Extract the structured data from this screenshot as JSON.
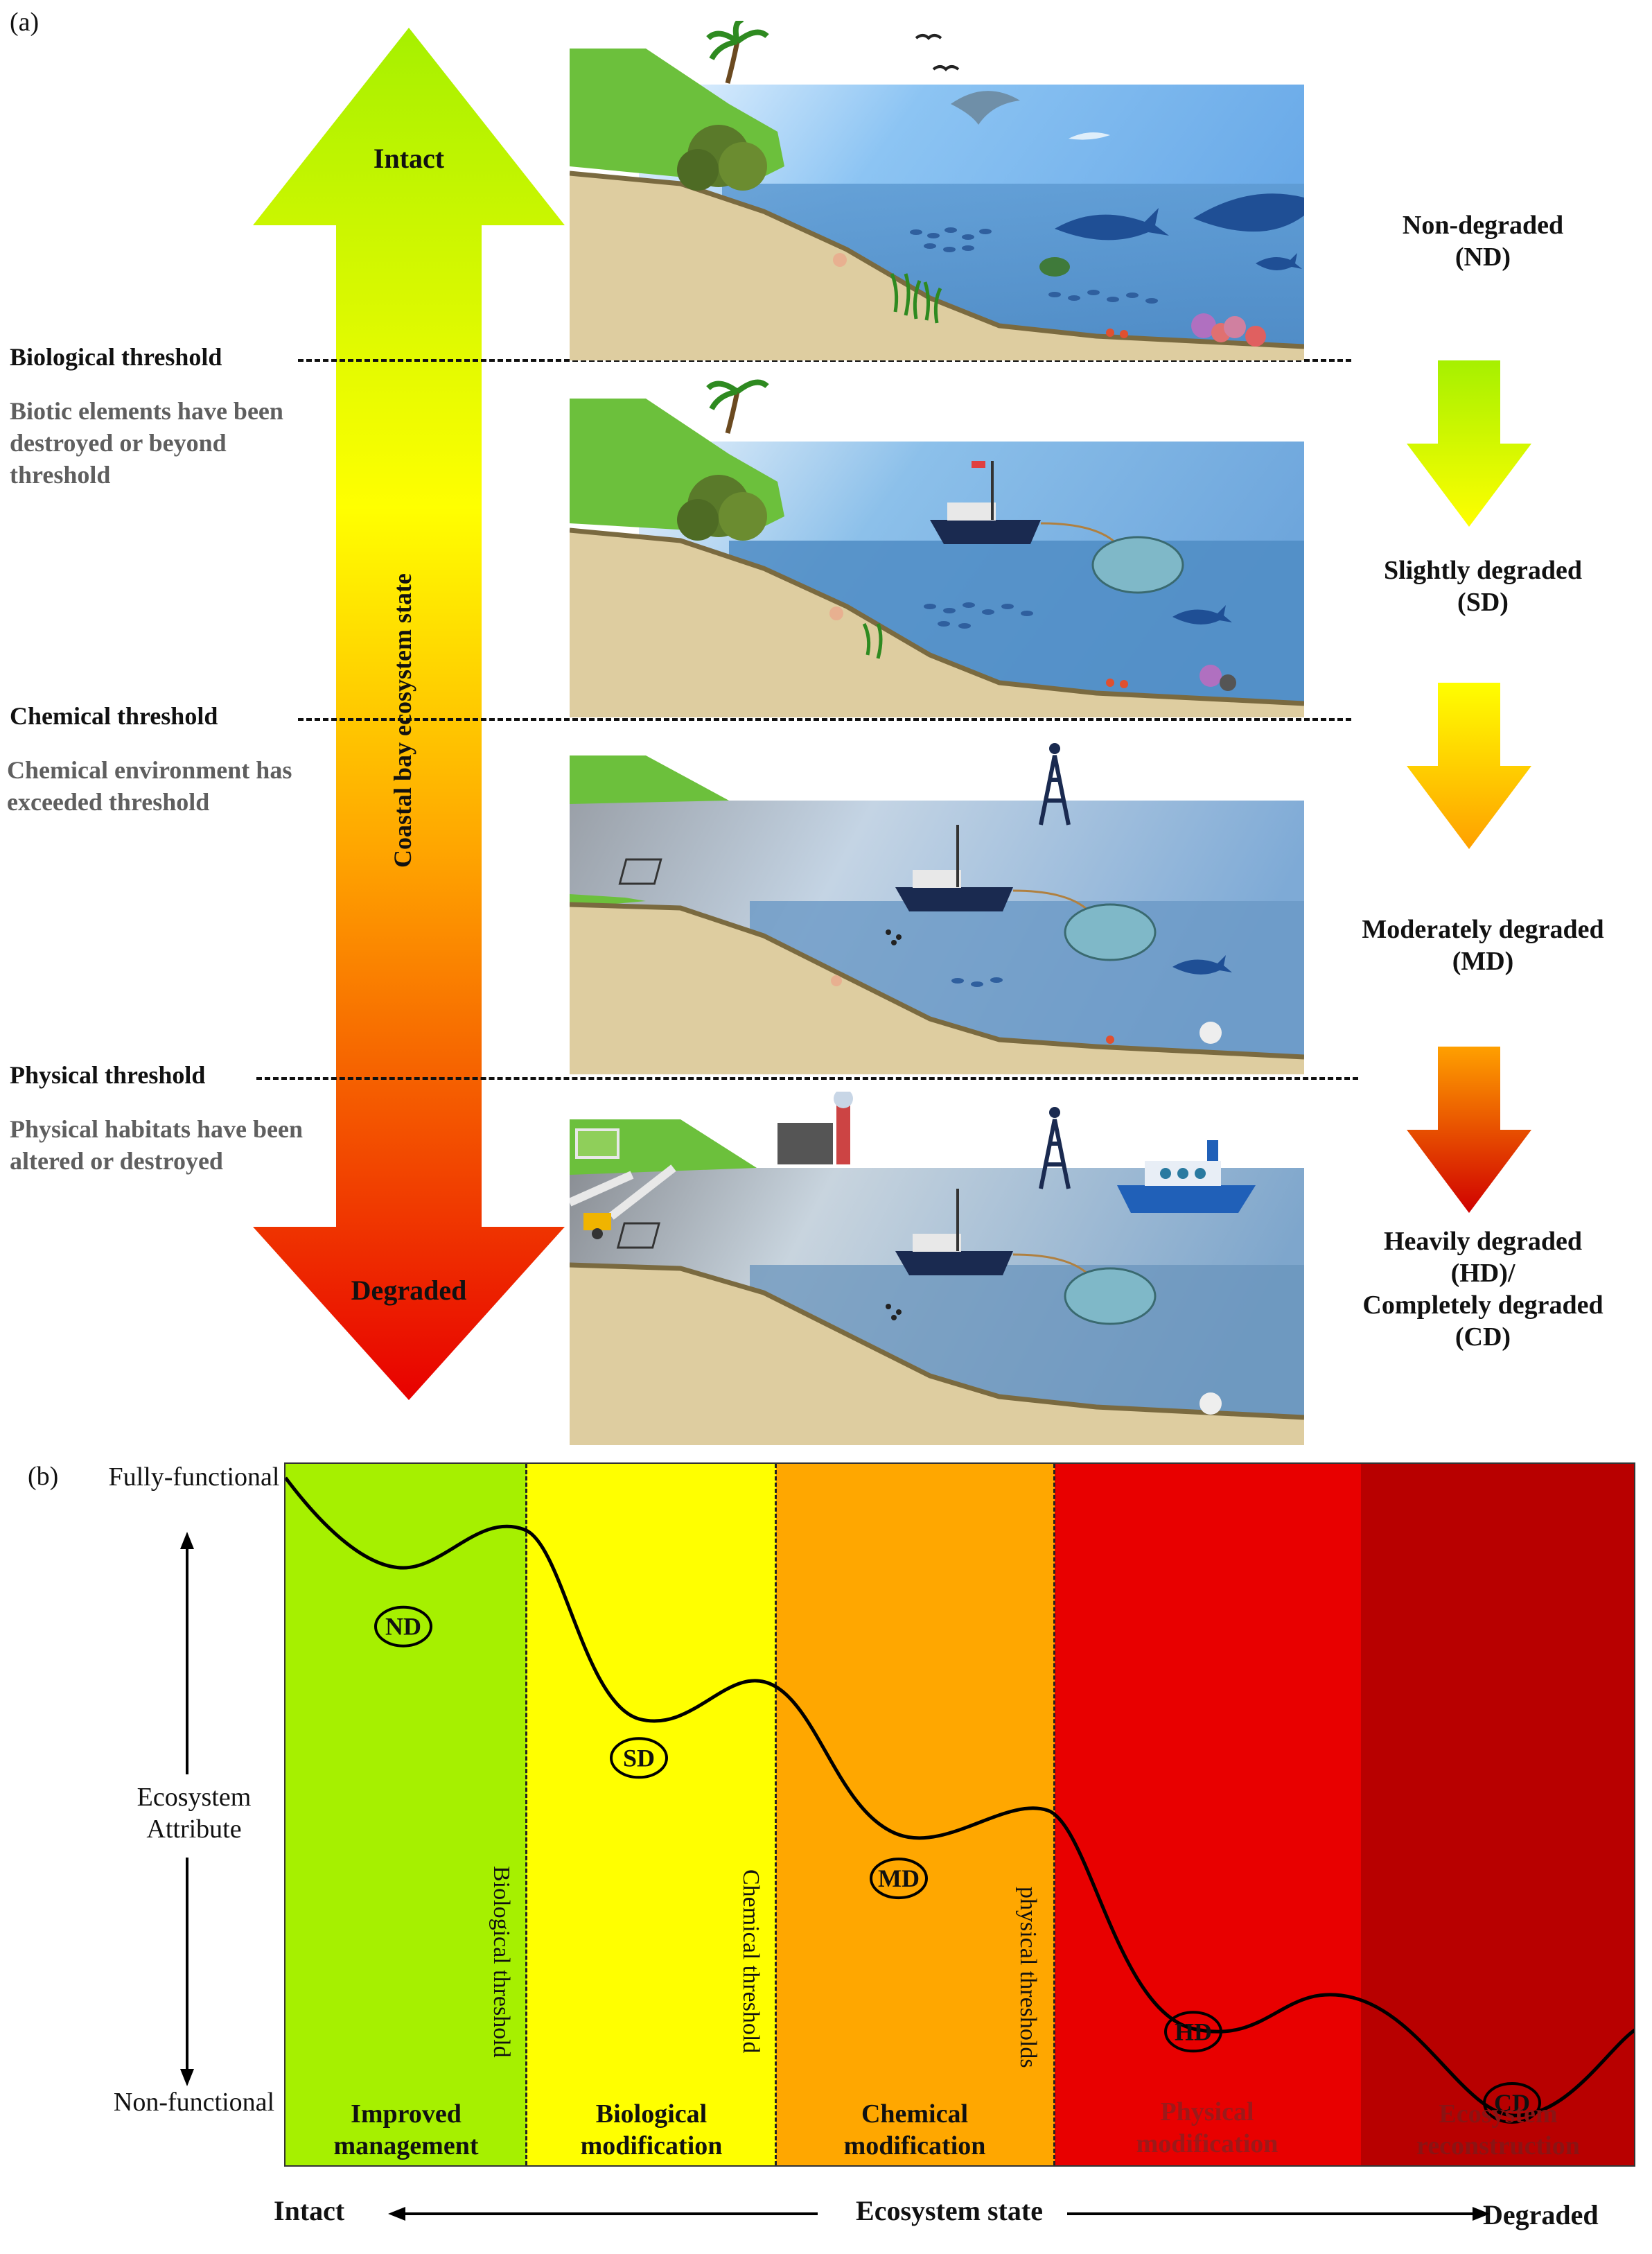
{
  "panel_a": {
    "label": "(a)",
    "arrow": {
      "top_label": "Intact",
      "bottom_label": "Degraded",
      "axis_label": "Coastal bay ecosystem state"
    },
    "thresholds": [
      {
        "title": "Biological threshold",
        "description": "Biotic elements have been destroyed or beyond threshold"
      },
      {
        "title": "Chemical threshold",
        "description": "Chemical environment has exceeded  threshold"
      },
      {
        "title": "Physical threshold",
        "description": "Physical habitats have been altered or destroyed"
      }
    ],
    "states": [
      {
        "name": "Non-degraded",
        "abbr": "(ND)"
      },
      {
        "name": "Slightly degraded",
        "abbr": "(SD)"
      },
      {
        "name": "Moderately degraded",
        "abbr": "(MD)"
      },
      {
        "name": "Heavily degraded",
        "abbr": "(HD)/",
        "extra": "Completely degraded",
        "extra_abbr": "(CD)"
      }
    ]
  },
  "panel_b": {
    "label": "(b)",
    "y_axis": {
      "top": "Fully-functional",
      "middle": "Ecosystem Attribute",
      "bottom": "Non-functional"
    },
    "x_axis": {
      "left": "Intact",
      "middle": "Ecosystem state",
      "right": "Degraded"
    },
    "zones": [
      {
        "label": "Improved management",
        "color": "#a6f000"
      },
      {
        "label": "Biological modification",
        "color": "#ffff00"
      },
      {
        "label": "Chemical modification",
        "color": "#ffa700"
      },
      {
        "label": "Physical modification",
        "color": "#e80000"
      },
      {
        "label": "Ecosystem reconstruction",
        "color": "#b80000"
      }
    ],
    "boundary_labels": [
      "Biological threshold",
      "Chemical threshold",
      "physical  thresholds"
    ],
    "curve_states": [
      {
        "label": "ND",
        "level": 0.87
      },
      {
        "label": "SD",
        "level": 0.63
      },
      {
        "label": "MD",
        "level": 0.41
      },
      {
        "label": "HD",
        "level": 0.13
      },
      {
        "label": "CD",
        "level": 0.0
      }
    ]
  },
  "colors": {
    "ocean_top": "#8cc4f3",
    "ocean_deep": "#4a86c0",
    "sand": "#decda0",
    "grass": "#6cc03c",
    "arrow_top": "#a6f000",
    "arrow_bottom": "#e80000"
  }
}
